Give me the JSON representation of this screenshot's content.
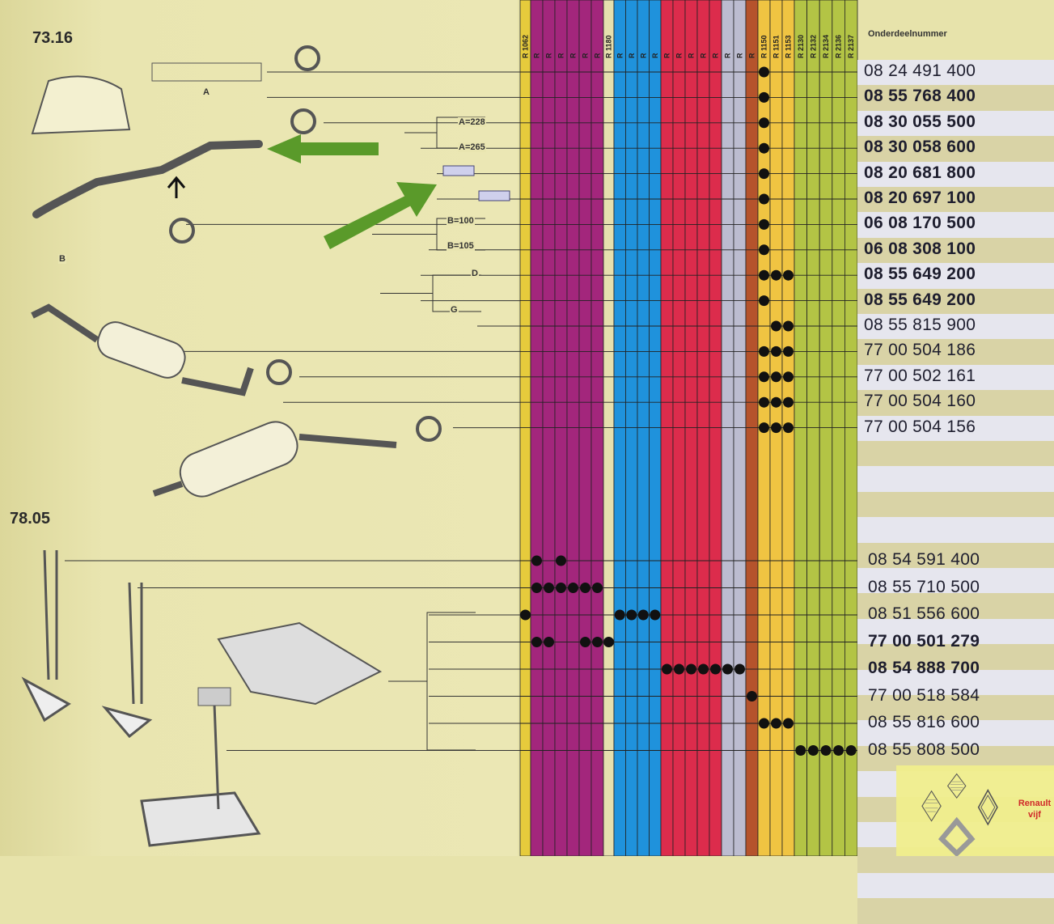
{
  "sections": [
    {
      "number": "73.16",
      "labels": [
        "A",
        "B",
        "A=228",
        "A=265",
        "B=100",
        "B=105",
        "D",
        "G"
      ]
    },
    {
      "number": "78.05"
    }
  ],
  "header": {
    "part_number_title": "Onderdeelnummer"
  },
  "columns": [
    {
      "label": "R 1062",
      "color": "#e6cb3c"
    },
    {
      "label": "R",
      "color": "#a3267c"
    },
    {
      "label": "R",
      "color": "#a3267c"
    },
    {
      "label": "R",
      "color": "#a3267c"
    },
    {
      "label": "R",
      "color": "#a3267c"
    },
    {
      "label": "R",
      "color": "#a3267c"
    },
    {
      "label": "R",
      "color": "#a3267c"
    },
    {
      "label": "R 1180",
      "color": "#e6dfae"
    },
    {
      "label": "R",
      "color": "#1f92dc"
    },
    {
      "label": "R",
      "color": "#1f92dc"
    },
    {
      "label": "R",
      "color": "#1f92dc"
    },
    {
      "label": "R",
      "color": "#1f92dc"
    },
    {
      "label": "R",
      "color": "#dc2c4c"
    },
    {
      "label": "R",
      "color": "#dc2c4c"
    },
    {
      "label": "R",
      "color": "#dc2c4c"
    },
    {
      "label": "R",
      "color": "#dc2c4c"
    },
    {
      "label": "R",
      "color": "#dc2c4c"
    },
    {
      "label": "R",
      "color": "#bcbcd0"
    },
    {
      "label": "R",
      "color": "#bcbcd0"
    },
    {
      "label": "R",
      "color": "#b5532c"
    },
    {
      "label": "R 1150",
      "color": "#f0c442"
    },
    {
      "label": "R 1151",
      "color": "#f0c442"
    },
    {
      "label": "R 1153",
      "color": "#f0c442"
    },
    {
      "label": "R 2130",
      "color": "#b3c445"
    },
    {
      "label": "R 2132",
      "color": "#b3c445"
    },
    {
      "label": "R 2134",
      "color": "#b3c445"
    },
    {
      "label": "R 2136",
      "color": "#b3c445"
    },
    {
      "label": "R 2137",
      "color": "#b3c445"
    }
  ],
  "parts": [
    {
      "number": "08 24 491 400",
      "bold": false,
      "section": 0,
      "dots": [
        20
      ]
    },
    {
      "number": "08 55 768 400",
      "bold": true,
      "section": 0,
      "dots": [
        20
      ]
    },
    {
      "number": "08 30 055 500",
      "bold": true,
      "section": 0,
      "dots": [
        20
      ]
    },
    {
      "number": "08 30 058 600",
      "bold": true,
      "section": 0,
      "dots": [
        20
      ]
    },
    {
      "number": "08 20 681 800",
      "bold": true,
      "section": 0,
      "dots": [
        20
      ]
    },
    {
      "number": "08 20 697 100",
      "bold": true,
      "section": 0,
      "dots": [
        20
      ]
    },
    {
      "number": "06 08 170 500",
      "bold": true,
      "section": 0,
      "dots": [
        20
      ]
    },
    {
      "number": "06 08 308 100",
      "bold": true,
      "section": 0,
      "dots": [
        20
      ]
    },
    {
      "number": "08 55 649 200",
      "bold": true,
      "section": 0,
      "dots": [
        20,
        21,
        22
      ]
    },
    {
      "number": "08 55 649 200",
      "bold": true,
      "section": 0,
      "dots": [
        20
      ]
    },
    {
      "number": "08 55 815 900",
      "bold": false,
      "section": 0,
      "dots": [
        21,
        22
      ]
    },
    {
      "number": "77 00 504 186",
      "bold": false,
      "section": 0,
      "dots": [
        20,
        21,
        22
      ]
    },
    {
      "number": "77 00 502 161",
      "bold": false,
      "section": 0,
      "dots": [
        20,
        21,
        22
      ]
    },
    {
      "number": "77 00 504 160",
      "bold": false,
      "section": 0,
      "dots": [
        20,
        21,
        22
      ]
    },
    {
      "number": "77 00 504 156",
      "bold": false,
      "section": 0,
      "dots": [
        20,
        21,
        22
      ]
    },
    {
      "number": "08 54 591 400",
      "bold": false,
      "section": 1,
      "dots": [
        1,
        3
      ]
    },
    {
      "number": "08 55 710 500",
      "bold": false,
      "section": 1,
      "dots": [
        1,
        2,
        3,
        4,
        5,
        6
      ]
    },
    {
      "number": "08 51 556 600",
      "bold": false,
      "section": 1,
      "dots": [
        0,
        8,
        9,
        10,
        11
      ]
    },
    {
      "number": "77 00 501 279",
      "bold": true,
      "section": 1,
      "dots": [
        1,
        2,
        5,
        6,
        7
      ]
    },
    {
      "number": "08 54 888 700",
      "bold": true,
      "section": 1,
      "dots": [
        12,
        13,
        14,
        15,
        16,
        17,
        18
      ]
    },
    {
      "number": "77 00 518 584",
      "bold": false,
      "section": 1,
      "dots": [
        19
      ]
    },
    {
      "number": "08 55 816 600",
      "bold": false,
      "section": 1,
      "dots": [
        20,
        21,
        22
      ]
    },
    {
      "number": "08 55 808 500",
      "bold": false,
      "section": 1,
      "dots": [
        23,
        24,
        25,
        26,
        27
      ]
    }
  ],
  "overlay": {
    "logo_text_1": "Renault",
    "logo_text_2": "vijf"
  },
  "annotation_color": "#5a9a2a"
}
